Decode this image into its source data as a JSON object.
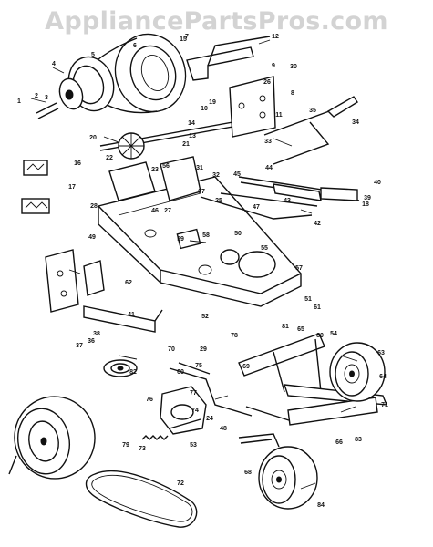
{
  "watermark": "AppliancePartsPros.com",
  "diagram": {
    "callouts": [
      {
        "id": "c1",
        "text": "1"
      },
      {
        "id": "c2",
        "text": "2"
      },
      {
        "id": "c3",
        "text": "3"
      },
      {
        "id": "c4",
        "text": "4"
      },
      {
        "id": "c5",
        "text": "5"
      },
      {
        "id": "c6",
        "text": "6"
      },
      {
        "id": "c7",
        "text": "7"
      },
      {
        "id": "c8",
        "text": "8"
      },
      {
        "id": "c9",
        "text": "9"
      },
      {
        "id": "c10",
        "text": "10"
      },
      {
        "id": "c11",
        "text": "11"
      },
      {
        "id": "c12",
        "text": "12"
      },
      {
        "id": "c13",
        "text": "13"
      },
      {
        "id": "c14",
        "text": "14"
      },
      {
        "id": "c15",
        "text": "15"
      },
      {
        "id": "c16",
        "text": "16"
      },
      {
        "id": "c17",
        "text": "17"
      },
      {
        "id": "c18",
        "text": "18"
      },
      {
        "id": "c19",
        "text": "19"
      },
      {
        "id": "c20",
        "text": "20"
      },
      {
        "id": "c21",
        "text": "21"
      },
      {
        "id": "c22",
        "text": "22"
      },
      {
        "id": "c23",
        "text": "23"
      },
      {
        "id": "c24",
        "text": "24"
      },
      {
        "id": "c25",
        "text": "25"
      },
      {
        "id": "c26",
        "text": "26"
      },
      {
        "id": "c27",
        "text": "27"
      },
      {
        "id": "c28",
        "text": "28"
      },
      {
        "id": "c29",
        "text": "29"
      },
      {
        "id": "c30",
        "text": "30"
      },
      {
        "id": "c31",
        "text": "31"
      },
      {
        "id": "c32",
        "text": "32"
      },
      {
        "id": "c33",
        "text": "33"
      },
      {
        "id": "c34",
        "text": "34"
      },
      {
        "id": "c35",
        "text": "35"
      },
      {
        "id": "c36",
        "text": "36"
      },
      {
        "id": "c37",
        "text": "37"
      },
      {
        "id": "c38",
        "text": "38"
      },
      {
        "id": "c39",
        "text": "39"
      },
      {
        "id": "c40",
        "text": "40"
      },
      {
        "id": "c41",
        "text": "41"
      },
      {
        "id": "c42",
        "text": "42"
      },
      {
        "id": "c43",
        "text": "43"
      },
      {
        "id": "c44",
        "text": "44"
      },
      {
        "id": "c45",
        "text": "45"
      },
      {
        "id": "c46",
        "text": "46"
      },
      {
        "id": "c47",
        "text": "47"
      },
      {
        "id": "c48",
        "text": "48"
      },
      {
        "id": "c49",
        "text": "49"
      },
      {
        "id": "c50",
        "text": "50"
      },
      {
        "id": "c51",
        "text": "51"
      },
      {
        "id": "c52",
        "text": "52"
      },
      {
        "id": "c53",
        "text": "53"
      },
      {
        "id": "c54",
        "text": "54"
      },
      {
        "id": "c55",
        "text": "55"
      },
      {
        "id": "c56",
        "text": "56"
      },
      {
        "id": "c57",
        "text": "57"
      },
      {
        "id": "c58",
        "text": "58"
      },
      {
        "id": "c59",
        "text": "59"
      },
      {
        "id": "c60",
        "text": "60"
      },
      {
        "id": "c61",
        "text": "61"
      },
      {
        "id": "c62",
        "text": "62"
      },
      {
        "id": "c63",
        "text": "63"
      },
      {
        "id": "c64",
        "text": "64"
      },
      {
        "id": "c65",
        "text": "65"
      },
      {
        "id": "c66",
        "text": "66"
      },
      {
        "id": "c67",
        "text": "67"
      },
      {
        "id": "c68",
        "text": "68"
      },
      {
        "id": "c69",
        "text": "69"
      },
      {
        "id": "c70",
        "text": "70"
      },
      {
        "id": "c71",
        "text": "71"
      },
      {
        "id": "c72",
        "text": "72"
      },
      {
        "id": "c73",
        "text": "73"
      },
      {
        "id": "c74",
        "text": "74"
      },
      {
        "id": "c75",
        "text": "75"
      },
      {
        "id": "c76",
        "text": "76"
      },
      {
        "id": "c77",
        "text": "77"
      },
      {
        "id": "c78",
        "text": "78"
      },
      {
        "id": "c79",
        "text": "79"
      },
      {
        "id": "c80",
        "text": "80"
      },
      {
        "id": "c81",
        "text": "81"
      },
      {
        "id": "c82",
        "text": "82"
      },
      {
        "id": "c83",
        "text": "83"
      },
      {
        "id": "c84",
        "text": "84"
      }
    ]
  }
}
